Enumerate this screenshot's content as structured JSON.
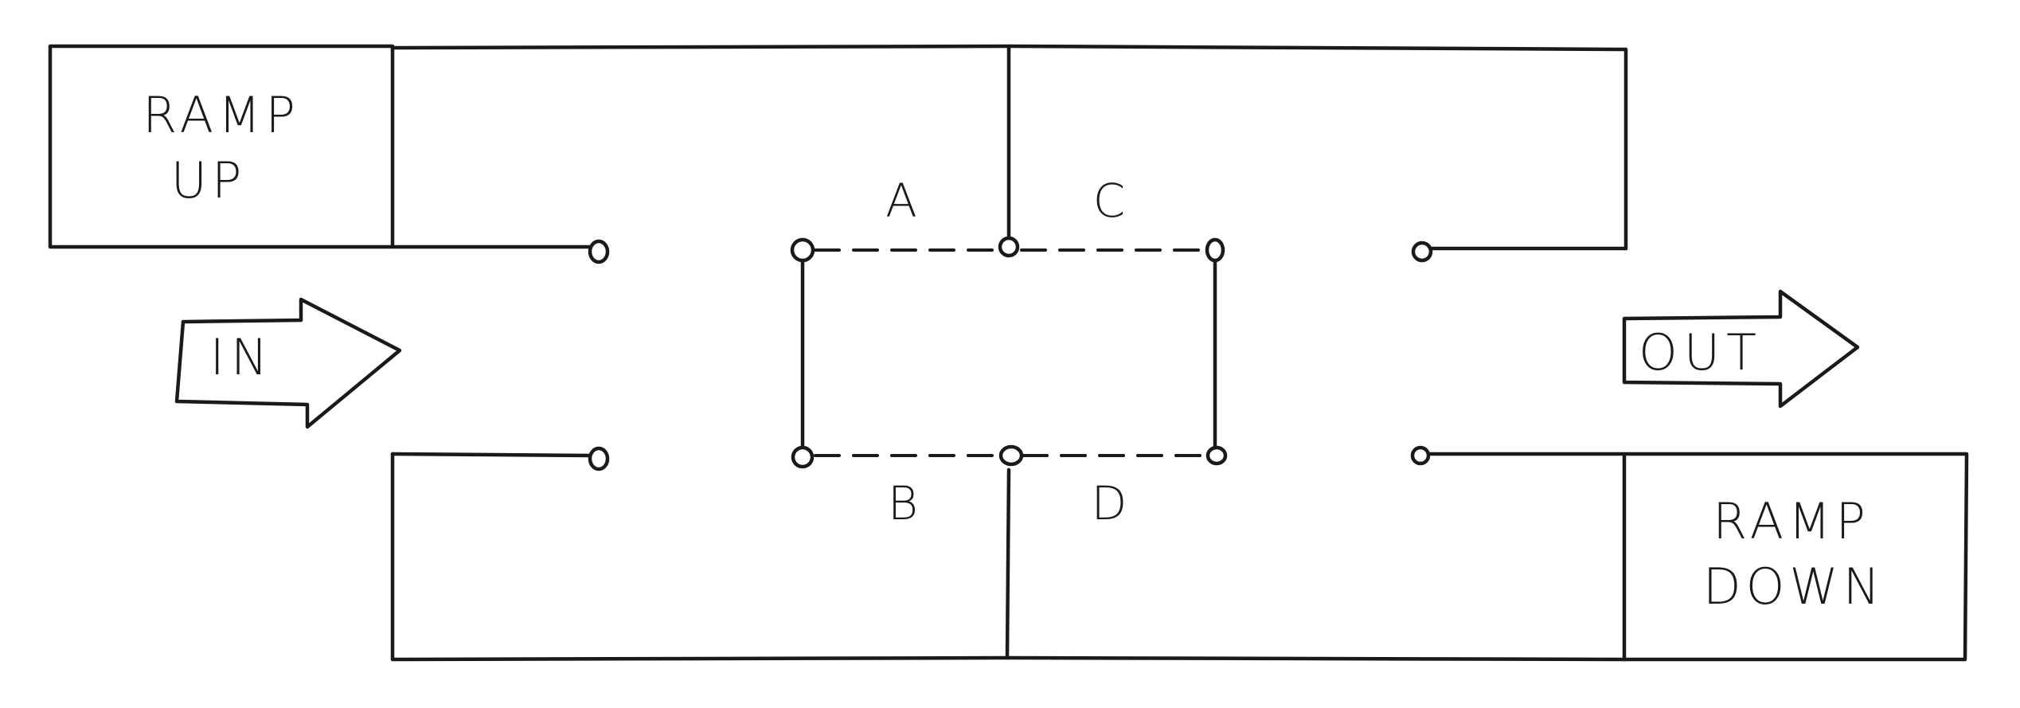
{
  "boxes": {
    "ramp_up": {
      "line1": "RAMP",
      "line2": "UP"
    },
    "ramp_down": {
      "line1": "RAMP",
      "line2": "DOWN"
    }
  },
  "arrows": {
    "in": "IN",
    "out": "OUT"
  },
  "points": {
    "a": "A",
    "b": "B",
    "c": "C",
    "d": "D"
  }
}
